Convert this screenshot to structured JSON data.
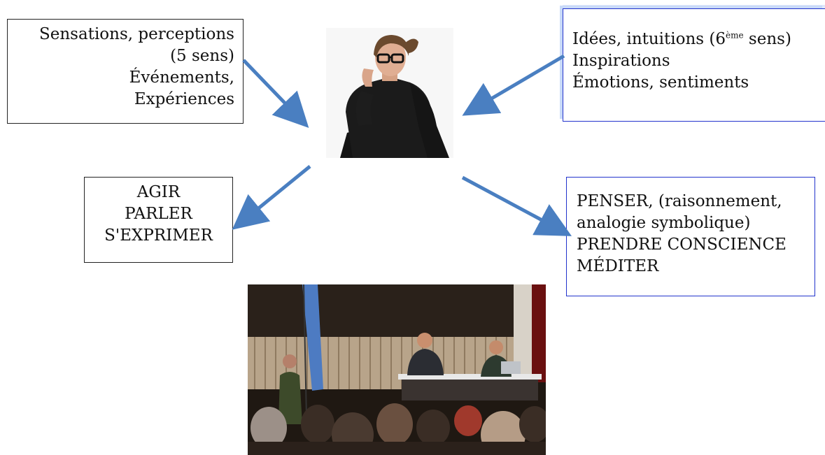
{
  "boxes": {
    "top_left": {
      "lines": [
        "Sensations, perceptions",
        "(5 sens)",
        "Événements,",
        "Expériences"
      ]
    },
    "top_right": {
      "line1_before": "Idées, intuitions (6",
      "line1_sup": "ème",
      "line1_after": " sens)",
      "lines": [
        "Inspirations",
        "Émotions, sentiments"
      ]
    },
    "bottom_left": {
      "lines": [
        "AGIR",
        "PARLER",
        "S'EXPRIMER"
      ]
    },
    "bottom_right": {
      "lines": [
        "PENSER, (raisonnement,",
        "analogie symbolique)",
        "PRENDRE CONSCIENCE",
        "MÉDITER"
      ]
    }
  },
  "colors": {
    "arrow": "#4a7fc1",
    "black_border": "#222222",
    "blue_border": "#2233cc"
  },
  "images": {
    "person": "person-with-glasses-photo",
    "conference": "conference-audience-photo"
  }
}
